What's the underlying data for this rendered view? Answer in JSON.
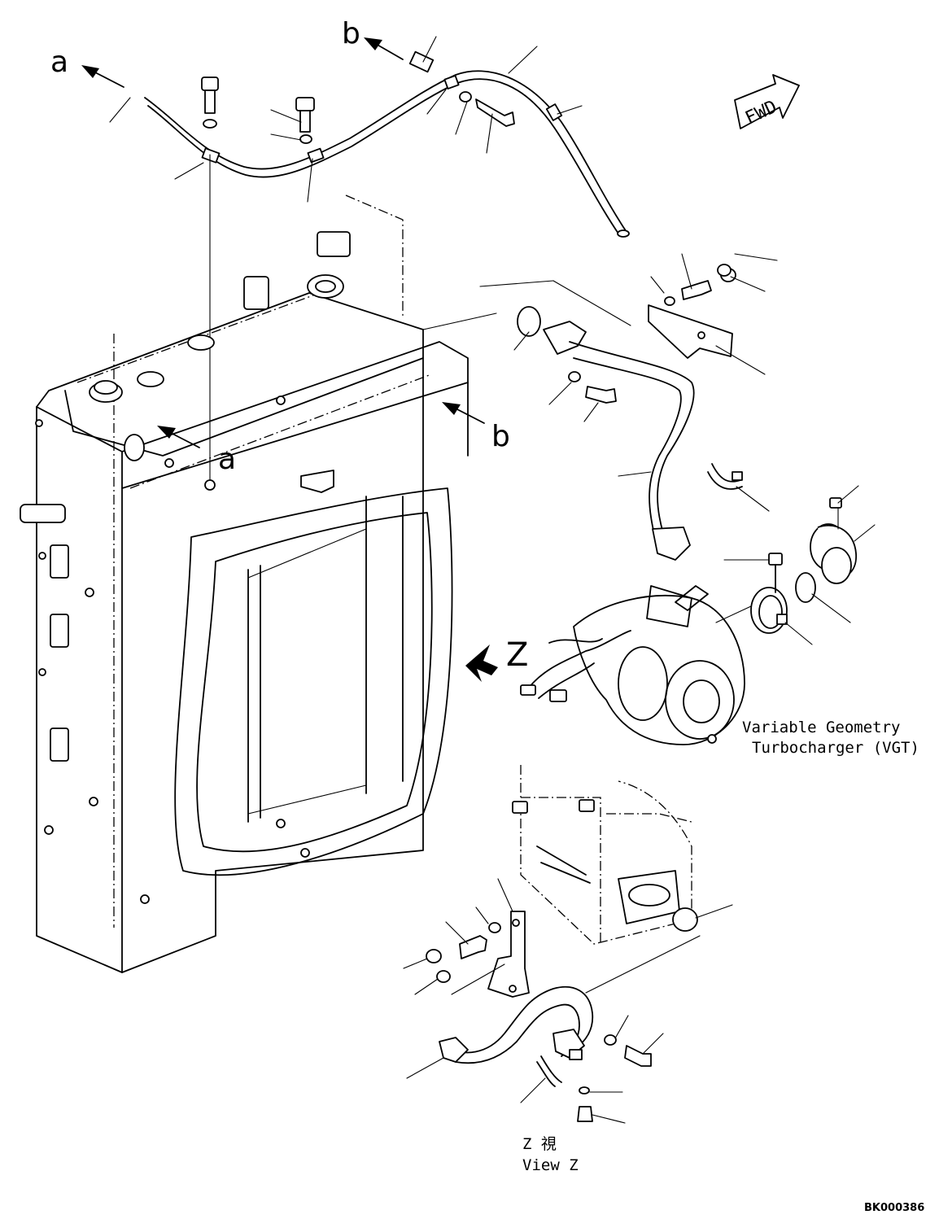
{
  "labels": {
    "a": "a",
    "b": "b",
    "z": "Z",
    "fwd": "FWD",
    "vgt_line1": "Variable Geometry",
    "vgt_line2": "Turbocharger (VGT)",
    "view_z_jp": "Z 視",
    "view_z_en": "View Z",
    "code": "BK000386"
  }
}
